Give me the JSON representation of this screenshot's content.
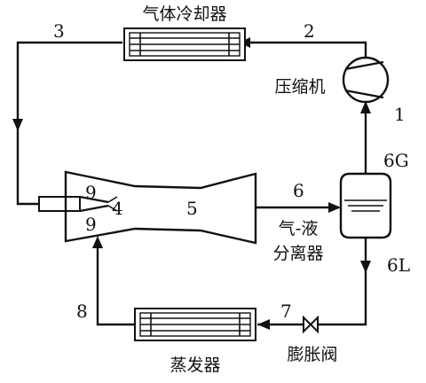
{
  "components": {
    "gas_cooler": "气体冷却器",
    "compressor": "压缩机",
    "separator_line1": "气-液",
    "separator_line2": "分离器",
    "expansion_valve": "膨胀阀",
    "evaporator": "蒸发器"
  },
  "state_points": {
    "p1": "1",
    "p2": "2",
    "p3": "3",
    "p4": "4",
    "p5": "5",
    "p6": "6",
    "p6G": "6G",
    "p6L": "6L",
    "p7": "7",
    "p8": "8",
    "p9_upper": "9",
    "p9_lower": "9"
  }
}
